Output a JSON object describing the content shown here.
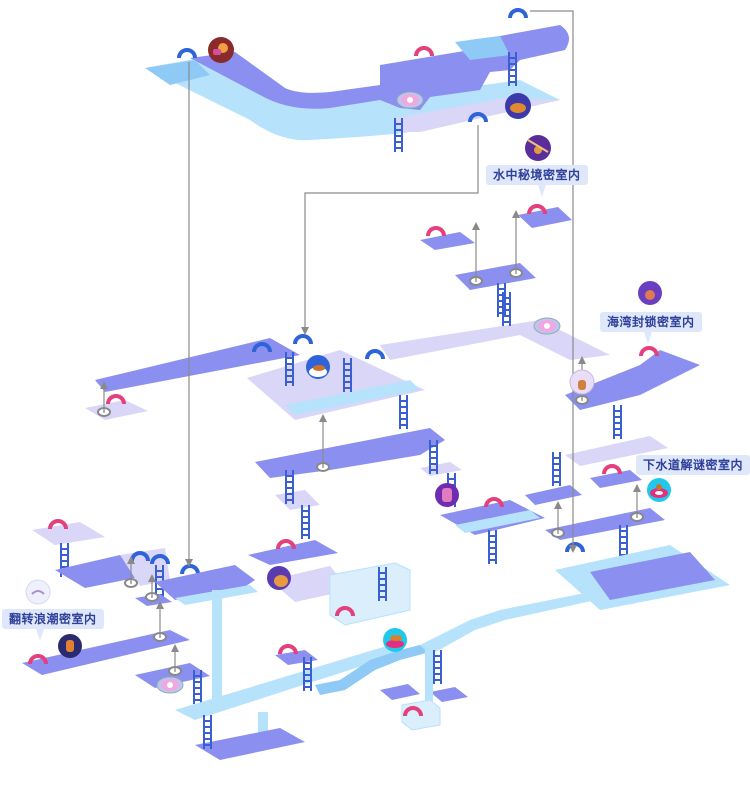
{
  "map": {
    "title": "",
    "colors": {
      "floor_dark": "#8a8ff0",
      "floor_light": "#d9d6f7",
      "water": "#b6e2fb",
      "water_mid": "#8fcaf6",
      "ladder": "#3a5fd0",
      "arch_blue": "#2f63d8",
      "arch_pink": "#e3407c",
      "connector": "#8a8a8a",
      "label_bg": "#dfe8fb",
      "label_text": "#2f3f9a"
    },
    "room_labels": [
      {
        "id": "underwater-secret-realm",
        "text": "水中秘境密室内"
      },
      {
        "id": "bay-lockdown",
        "text": "海湾封锁密室内"
      },
      {
        "id": "sewer-puzzle",
        "text": "下水道解谜密室内"
      },
      {
        "id": "flip-tide",
        "text": "翻转浪潮密室内"
      }
    ],
    "markers": [
      {
        "name": "drumstick-monster-icon",
        "kind": "creature"
      },
      {
        "name": "chest-creature-icon",
        "kind": "creature"
      },
      {
        "name": "hanging-creature-icon",
        "kind": "creature"
      },
      {
        "name": "bay-creature-icon",
        "kind": "creature"
      },
      {
        "name": "bubble-creature-icon",
        "kind": "creature"
      },
      {
        "name": "cage-creature-icon",
        "kind": "creature"
      },
      {
        "name": "float-ring-creature-icon",
        "kind": "creature"
      },
      {
        "name": "bread-creature-icon",
        "kind": "creature"
      },
      {
        "name": "ring-float-creature-icon",
        "kind": "creature"
      },
      {
        "name": "tide-ghost-icon",
        "kind": "creature"
      },
      {
        "name": "jail-creature-icon",
        "kind": "creature"
      },
      {
        "name": "boat-bubble-icon",
        "kind": "creature"
      }
    ]
  }
}
